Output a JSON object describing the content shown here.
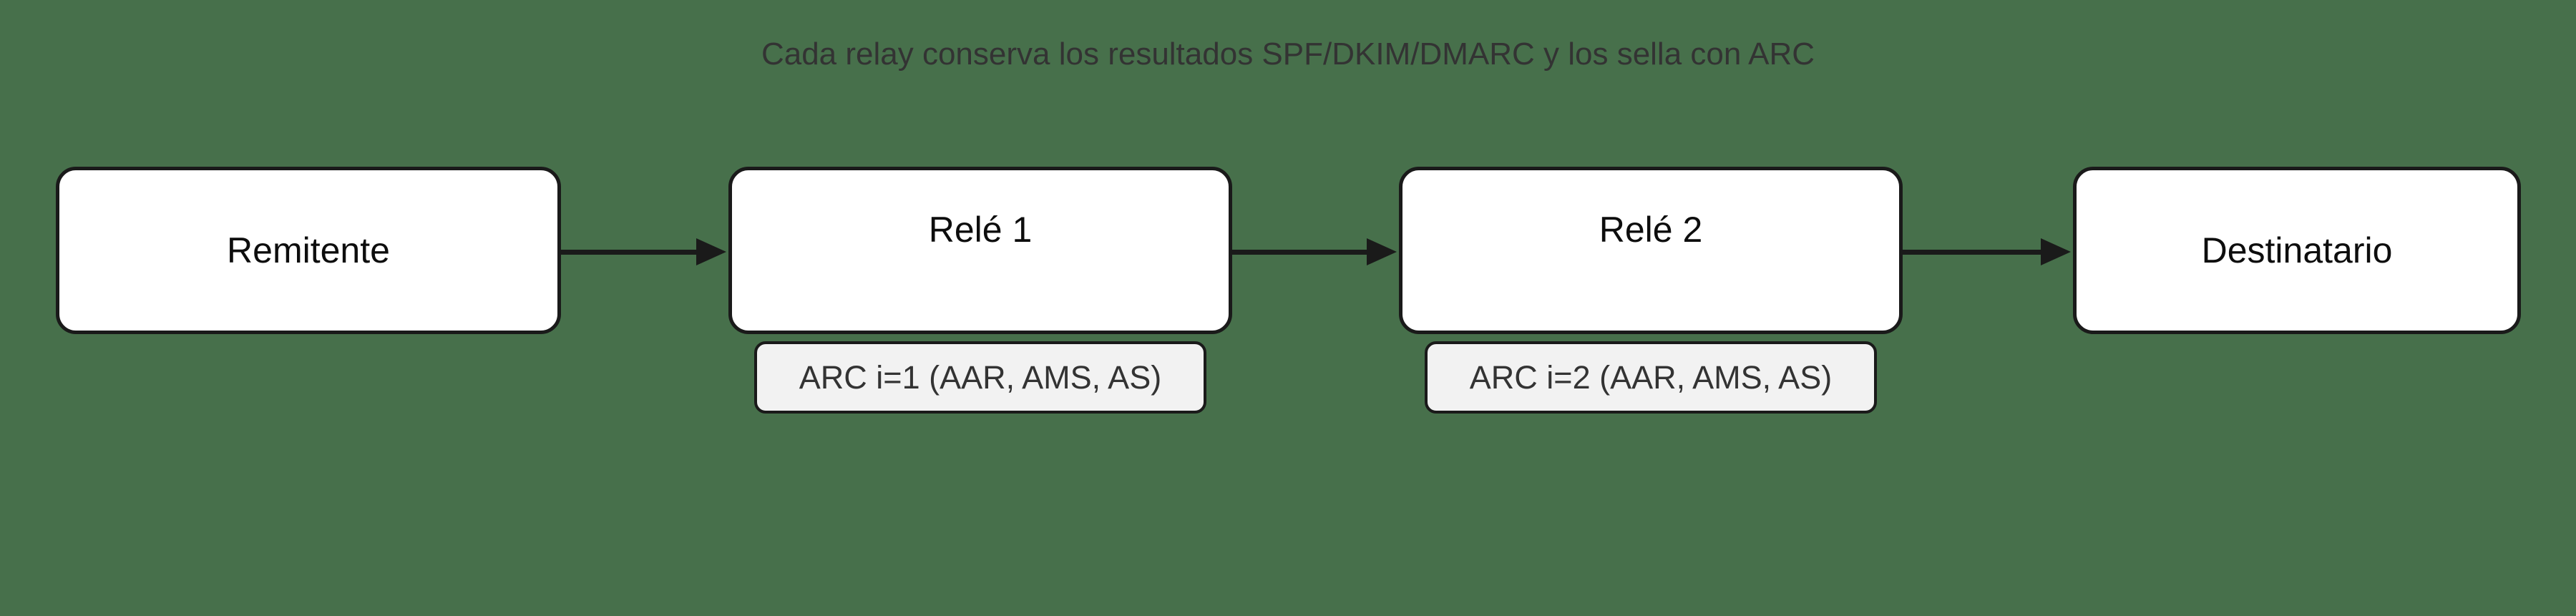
{
  "title": "Cada relay conserva los resultados SPF/DKIM/DMARC y los sella con ARC",
  "nodes": {
    "remitente": {
      "label": "Remitente"
    },
    "rele1": {
      "label": "Relé 1",
      "annotation": "ARC i=1 (AAR, AMS, AS)"
    },
    "rele2": {
      "label": "Relé 2",
      "annotation": "ARC i=2 (AAR, AMS, AS)"
    },
    "destinatario": {
      "label": "Destinatario"
    }
  },
  "edges": [
    {
      "from": "Remitente",
      "to": "Relé 1"
    },
    {
      "from": "Relé 1",
      "to": "Relé 2"
    },
    {
      "from": "Relé 2",
      "to": "Destinatario"
    }
  ],
  "colors": {
    "background": "#47704b",
    "node_fill": "#ffffff",
    "node_border": "#1a1a1a",
    "node_text": "#0d0d0d",
    "annotation_fill": "#f2f2f2",
    "annotation_text": "#333333",
    "title_text": "#333333",
    "arrow": "#1a1a1a"
  }
}
